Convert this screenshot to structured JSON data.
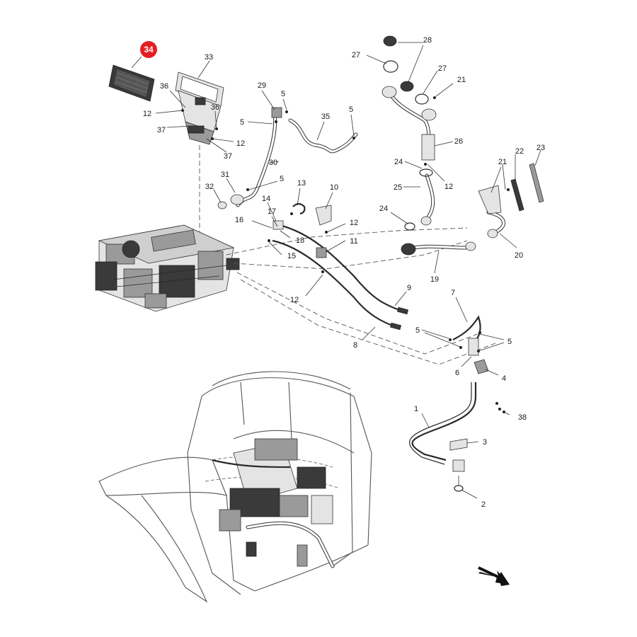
{
  "highlight": {
    "label": "34",
    "color": "#e31e24"
  },
  "callouts": {
    "c33": "33",
    "c36a": "36",
    "c36b": "36",
    "c12a": "12",
    "c37a": "37",
    "c37b": "37",
    "c12b": "12",
    "c29": "29",
    "c5a": "5",
    "c5b": "5",
    "c35": "35",
    "c5c": "5",
    "c30": "30",
    "c31": "31",
    "c32": "32",
    "c5d": "5",
    "c13": "13",
    "c10": "10",
    "c14": "14",
    "c17": "17",
    "c16": "16",
    "c12c": "12",
    "c18": "18",
    "c11": "11",
    "c15": "15",
    "c12d": "12",
    "c27a": "27",
    "c28": "28",
    "c27b": "27",
    "c21a": "21",
    "c26": "26",
    "c24a": "24",
    "c12e": "12",
    "c25": "25",
    "c24b": "24",
    "c21b": "21",
    "c22": "22",
    "c23": "23",
    "c20": "20",
    "c19": "19",
    "c9": "9",
    "c8": "8",
    "c7": "7",
    "c5e": "5",
    "c5f": "5",
    "c6": "6",
    "c4": "4",
    "c1": "1",
    "c38": "38",
    "c3": "3",
    "c2": "2"
  },
  "icons": {
    "direction": "direction-arrow-icon"
  }
}
